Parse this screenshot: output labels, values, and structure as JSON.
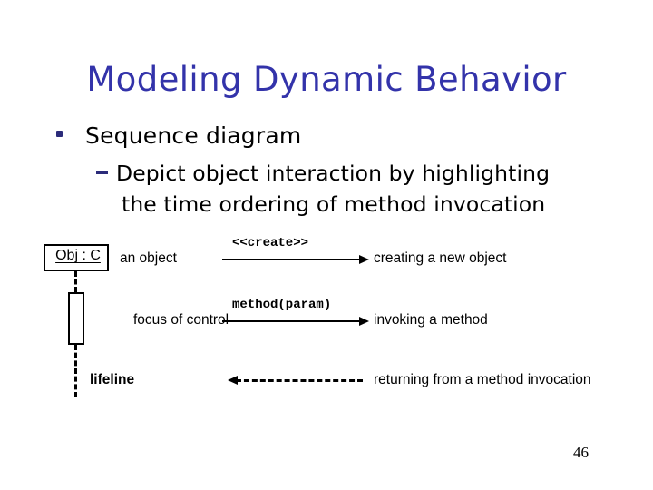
{
  "slide": {
    "title": "Modeling Dynamic Behavior",
    "page_number": "46",
    "title_color": "#3333AA",
    "marker_color": "#2B2B7A",
    "text_color": "#000000",
    "background_color": "#FFFFFF"
  },
  "bullets": {
    "level1": "Sequence diagram",
    "level2_line1": "Depict object interaction by highlighting",
    "level2_line2": "the time ordering of method invocation"
  },
  "legend": {
    "object_box_label": "Obj : C",
    "an_object_label": "an object",
    "focus_of_control_label": "focus of control",
    "lifeline_label": "lifeline",
    "messages": [
      {
        "label": "<<create>>",
        "style": "solid",
        "direction": "right",
        "description": "creating a new object"
      },
      {
        "label": "method(param)",
        "style": "solid",
        "direction": "right",
        "description": "invoking a method"
      },
      {
        "label": "",
        "style": "dashed",
        "direction": "left",
        "description": "returning from a method invocation"
      }
    ]
  }
}
